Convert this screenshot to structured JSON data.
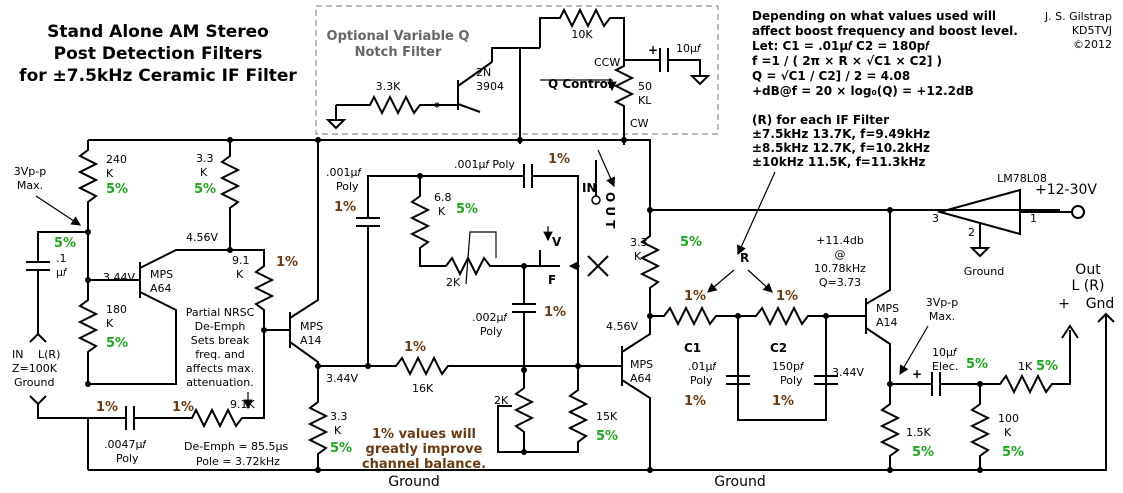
{
  "title": {
    "line1": "Stand Alone AM Stereo",
    "line2": "Post Detection Filters",
    "line3": "for ±7.5kHz Ceramic IF Filter"
  },
  "author": {
    "name": "J. S. Gilstrap",
    "callsign": "KD5TVJ",
    "year": "©2012"
  },
  "notch": {
    "title1": "Optional Variable Q",
    "title2": "Notch Filter",
    "r_base": "3.3K",
    "transistor1": "2N",
    "transistor2": "3904",
    "r_top": "10K",
    "ccw": "CCW",
    "cw": "CW",
    "q_control": "Q Control",
    "pot1": "50",
    "pot2": "KL",
    "cap": "10μ𝑓",
    "plus": "+"
  },
  "notes": {
    "line1": "Depending on what values used will",
    "line2": "affect boost frequency and boost level.",
    "line3": "Let: C1 = .01μ𝑓     C2 = 180p𝑓",
    "line4": "f =1 / ( 2π × R × √C1 × C2] )",
    "line5": "Q = √C1 / C2] / 2 = 4.08",
    "line6": "+dB@f = 20 × log₀(Q) = +12.2dB"
  },
  "rtable": {
    "header": "(R) for each IF Filter",
    "rows": [
      "±7.5kHz  13.7K, f=9.49kHz",
      "±8.5kHz  12.7K, f=10.2kHz",
      "±10kHz   11.5K, f=11.3kHz"
    ]
  },
  "input": {
    "vpp1": "3Vp-p",
    "vpp2": "Max.",
    "in": "IN",
    "lr": "L(R)",
    "z": "Z=100K",
    "ground": "Ground",
    "c_val1": ".1",
    "c_val2": "μ𝑓",
    "c_tol": "5%"
  },
  "stage1": {
    "r240a": "240",
    "r240b": "K",
    "r240tol": "5%",
    "r180a": "180",
    "r180b": "K",
    "r180tol": "5%",
    "v344": "3.44V",
    "q1a": "MPS",
    "q1b": "A64",
    "r33a": "3.3",
    "r33b": "K",
    "r33tol": "5%",
    "v456": "4.56V",
    "r91a": "9.1",
    "r91b": "K",
    "r91tol": "1%",
    "nrsc1": "Partial NRSC",
    "nrsc2": "De-Emph",
    "nrsc3": "Sets break",
    "nrsc4": "freq. and",
    "nrsc5": "affects max.",
    "nrsc6": "attenuation.",
    "c_tol": "1%",
    "r_tol": "1%",
    "r_deemph": "9.1K",
    "c_deemph1": ".0047μ𝑓",
    "c_deemph2": "Poly",
    "deemph1": "De-Emph = 85.5μs",
    "deemph2": "Pole = 3.72kHz"
  },
  "stage2": {
    "q2a": "MPS",
    "q2b": "A14",
    "v344": "3.44V",
    "r33a": "3.3",
    "r33b": "K",
    "r33tol": "5%",
    "c001a1": ".001μ𝑓",
    "c001a2": "Poly",
    "c001atol": "1%",
    "c001b": ".001μ𝑓  Poly",
    "c001btol": "1%",
    "r68a": "6.8",
    "r68b": "K",
    "r68tol": "5%",
    "pot2k": "2K",
    "v_label": "V",
    "f_label": "F",
    "c002a": ".002μ𝑓",
    "c002b": "Poly",
    "c002tol": "1%",
    "r16k": "16K",
    "r16tol": "1%",
    "pot2k_b": "2K",
    "r15k": "15K",
    "r15tol": "5%",
    "note1": "1% values will",
    "note2": "greatly improve",
    "note3": "channel balance.",
    "in_label": "IN",
    "out_label": "O U T"
  },
  "stage3": {
    "r33a": "3.3",
    "r33b": "K",
    "r33tol": "5%",
    "v456": "4.56V",
    "q3a": "MPS",
    "q3b": "A64",
    "r_label": "R",
    "r1tol": "1%",
    "r2tol": "1%",
    "c1": "C1",
    "c1v1": ".01μ𝑓",
    "c1v2": "Poly",
    "c1tol": "1%",
    "c2": "C2",
    "c2v1": "150p𝑓",
    "c2v2": "Poly",
    "c2tol": "1%",
    "boost1": "+11.4db",
    "boost2": "@",
    "boost3": "10.78kHz",
    "boost4": "Q=3.73"
  },
  "output": {
    "reg": "LM78L08",
    "vin": "+12-30V",
    "pin1": "1",
    "pin2": "2",
    "pin3": "3",
    "ground": "Ground",
    "q4a": "MPS",
    "q4b": "A14",
    "vpp1": "3Vp-p",
    "vpp2": "Max.",
    "v344": "3.44V",
    "cap1": "10μ𝑓",
    "cap2": "Elec.",
    "captol": "5%",
    "plus": "+",
    "r1k": "1K",
    "r1ktol": "5%",
    "r15k": "1.5K",
    "r15ktol": "5%",
    "r100a": "100",
    "r100b": "K",
    "r100tol": "5%",
    "out1": "Out",
    "out2": "L (R)",
    "plus2": "+",
    "gnd": "Gnd"
  },
  "ground_labels": [
    "Ground",
    "Ground"
  ]
}
